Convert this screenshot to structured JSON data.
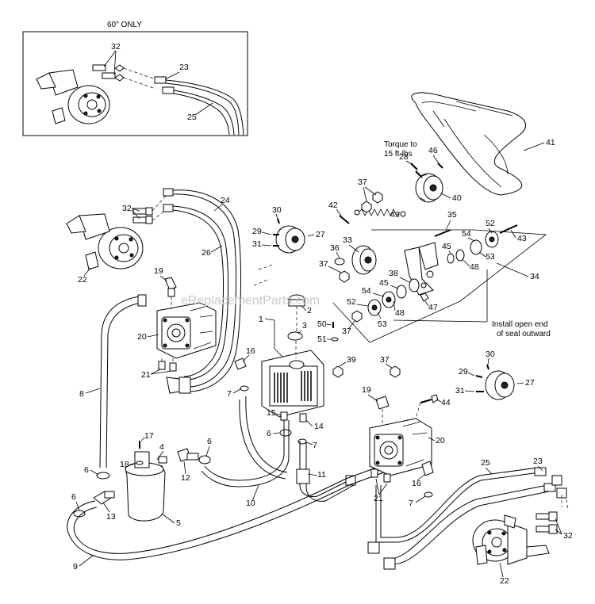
{
  "inset": {
    "title": "60\" ONLY"
  },
  "torque_note": [
    "Torque to",
    "15 ft-lbs"
  ],
  "seal_note": [
    "Install open end",
    "of seal outward"
  ],
  "watermark": "eReplacementParts.com",
  "callouts": {
    "c32a": "32",
    "c23a": "23",
    "c25a": "25",
    "c41": "41",
    "c46": "46",
    "c28": "28",
    "c40": "40",
    "c24": "24",
    "c32b": "32",
    "c26": "26",
    "c22a": "22",
    "c30a": "30",
    "c29a": "29",
    "c31a": "31",
    "c27a": "27",
    "c42": "42",
    "c37a": "37",
    "c49": "49",
    "c35": "35",
    "c52a": "52",
    "c43": "43",
    "c54a": "54",
    "c36": "36",
    "c33": "33",
    "c37b": "37",
    "c45a": "45",
    "c48a": "48",
    "c53a": "53",
    "c34": "34",
    "c38": "38",
    "c45b": "45",
    "c54b": "54",
    "c52b": "52",
    "c48b": "48",
    "c47": "47",
    "c53b": "53",
    "c37c": "37",
    "c19a": "19",
    "c1": "1",
    "c2": "2",
    "c3": "3",
    "c20a": "20",
    "c50": "50",
    "c51": "51",
    "c16a": "16",
    "c21a": "21",
    "c39": "39",
    "c37d": "37",
    "c30b": "30",
    "c29b": "29",
    "c27b": "27",
    "c31b": "31",
    "c44": "44",
    "c19b": "19",
    "c8": "8",
    "c7a": "7",
    "c15": "15",
    "c14": "14",
    "c6a": "6",
    "c7b": "7",
    "c20b": "20",
    "c17": "17",
    "c4": "4",
    "c6b": "6",
    "c18": "18",
    "c12": "12",
    "c6c": "6",
    "c11": "11",
    "c10": "10",
    "c6d": "6",
    "c13": "13",
    "c5": "5",
    "c9": "9",
    "c16b": "16",
    "c21b": "21",
    "c7c": "7",
    "c25b": "25",
    "c23b": "23",
    "c32c": "32",
    "c22b": "22"
  }
}
